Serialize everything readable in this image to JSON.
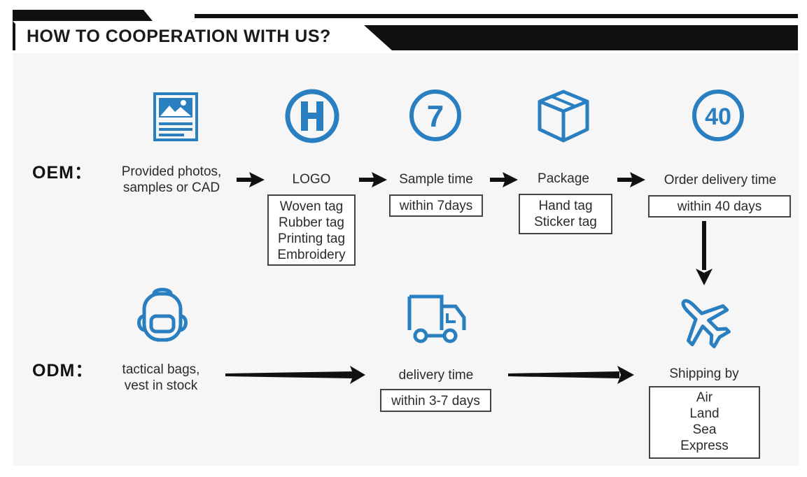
{
  "header": {
    "title": "HOW TO COOPERATION WITH US?"
  },
  "colors": {
    "accent": "#2a7fc1",
    "dark": "#111111"
  },
  "oem": {
    "label": "OEM：",
    "steps": [
      {
        "icon": "image-icon",
        "lines": [
          "Provided photos,",
          "samples or CAD"
        ]
      },
      {
        "icon": "logo-h-icon",
        "title": "LOGO",
        "box": [
          "Woven tag",
          "Rubber tag",
          "Printing tag",
          "Embroidery"
        ]
      },
      {
        "icon": "seven-days-icon",
        "icon_text": "7",
        "title": "Sample time",
        "box": [
          "within 7days"
        ]
      },
      {
        "icon": "package-box-icon",
        "title": "Package",
        "box": [
          "Hand tag",
          "Sticker tag"
        ]
      },
      {
        "icon": "forty-days-icon",
        "icon_text": "40",
        "title": "Order delivery time",
        "box": [
          "within 40 days"
        ]
      }
    ]
  },
  "odm": {
    "label": "ODM：",
    "start": {
      "icon": "backpack-icon",
      "lines": [
        "tactical bags,",
        "vest in stock"
      ]
    },
    "delivery": {
      "icon": "truck-icon",
      "title": "delivery time",
      "box": [
        "within 3-7 days"
      ]
    },
    "shipping": {
      "icon": "airplane-icon",
      "title": "Shipping by",
      "box": [
        "Air",
        "Land",
        "Sea",
        "Express"
      ]
    }
  }
}
